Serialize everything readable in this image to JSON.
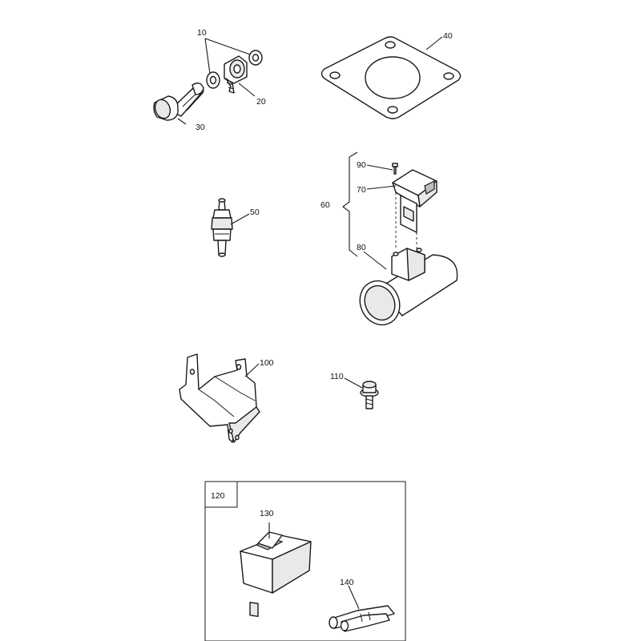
{
  "callouts": {
    "c10": "10",
    "c20": "20",
    "c30": "30",
    "c40": "40",
    "c50": "50",
    "c60": "60",
    "c70": "70",
    "c80": "80",
    "c90": "90",
    "c100": "100",
    "c110": "110",
    "c120": "120",
    "c130": "130",
    "c140": "140"
  },
  "colors": {
    "line": "#1a1a1a",
    "background": "#ffffff"
  }
}
